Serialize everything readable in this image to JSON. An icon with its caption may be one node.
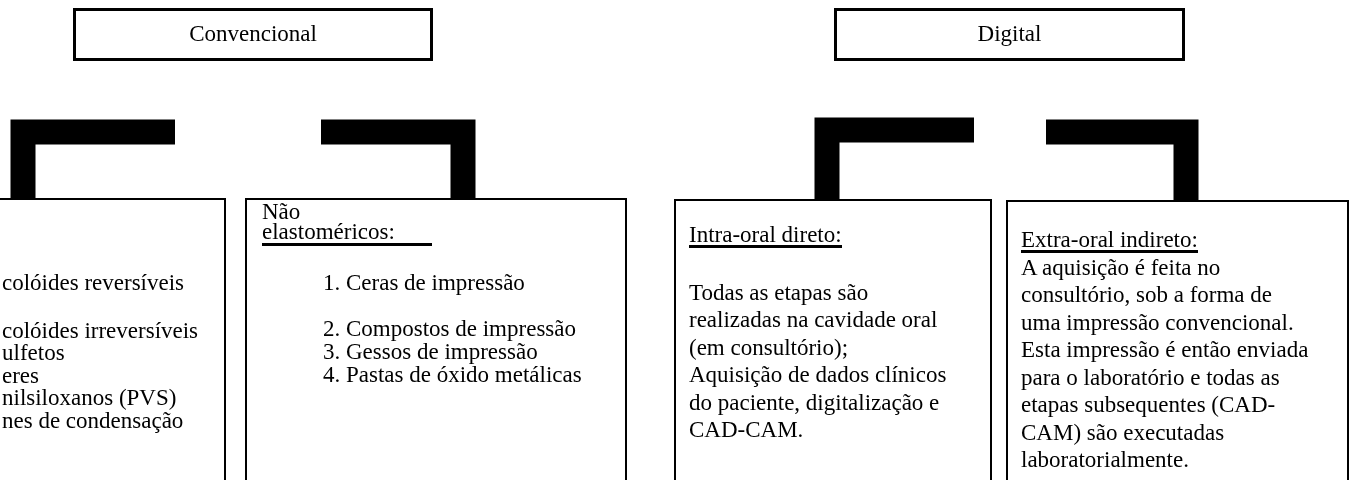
{
  "diagram": {
    "nodes": [
      {
        "text": [
          "Convencional"
        ]
      },
      {
        "text": [
          "Digital"
        ]
      },
      {
        "text": [
          "colóides reversíveis",
          "colóides irreversíveis",
          "ulfetos",
          "eres",
          "nilsiloxanos (PVS)",
          "nes de condensação"
        ]
      },
      {
        "text": [
          "Não elastoméricos:",
          "1. Ceras de impressão",
          "2. Compostos de impressão",
          "3. Gessos de impressão",
          "4. Pastas de óxido metálicas"
        ]
      },
      {
        "text": [
          "Intra-oral direto:",
          "Todas as etapas são realizadas na cavidade oral (em consultório);",
          "Aquisição de dados clínicos do paciente, digitalização e CAD-CAM."
        ]
      },
      {
        "text": [
          "Extra-oral indireto:",
          "A aquisição é feita no consultório, sob a forma de uma impressão convencional. Esta impressão é então enviada para o laboratório e todas as etapas subsequentes (CAD-CAM) são executadas laboratorialmente."
        ]
      }
    ],
    "edges": [
      {
        "from": null,
        "to": 2,
        "arrow": "none"
      },
      {
        "from": null,
        "to": 3,
        "arrow": "none"
      },
      {
        "from": null,
        "to": 4,
        "arrow": "none"
      },
      {
        "from": null,
        "to": 5,
        "arrow": "none"
      }
    ]
  }
}
